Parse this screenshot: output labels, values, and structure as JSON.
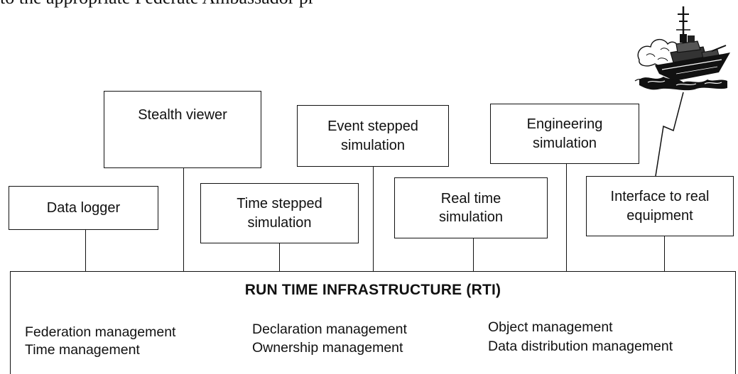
{
  "page": {
    "top_text": "to the appropriate Federate Ambassador pr"
  },
  "boxes": {
    "data_logger": "Data logger",
    "stealth_viewer": "Stealth viewer",
    "time_stepped_1": "Time stepped",
    "time_stepped_2": "simulation",
    "event_stepped_1": "Event stepped",
    "event_stepped_2": "simulation",
    "real_time_1": "Real time",
    "real_time_2": "simulation",
    "engineering_1": "Engineering",
    "engineering_2": "simulation",
    "interface_1": "Interface to real",
    "interface_2": "equipment"
  },
  "rti": {
    "title": "RUN TIME INFRASTRUCTURE (RTI)",
    "services": [
      "Federation management",
      "Time management",
      "Declaration management",
      "Ownership management",
      "Object management",
      "Data distribution management"
    ]
  },
  "icons": {
    "ship": "warship-icon"
  }
}
